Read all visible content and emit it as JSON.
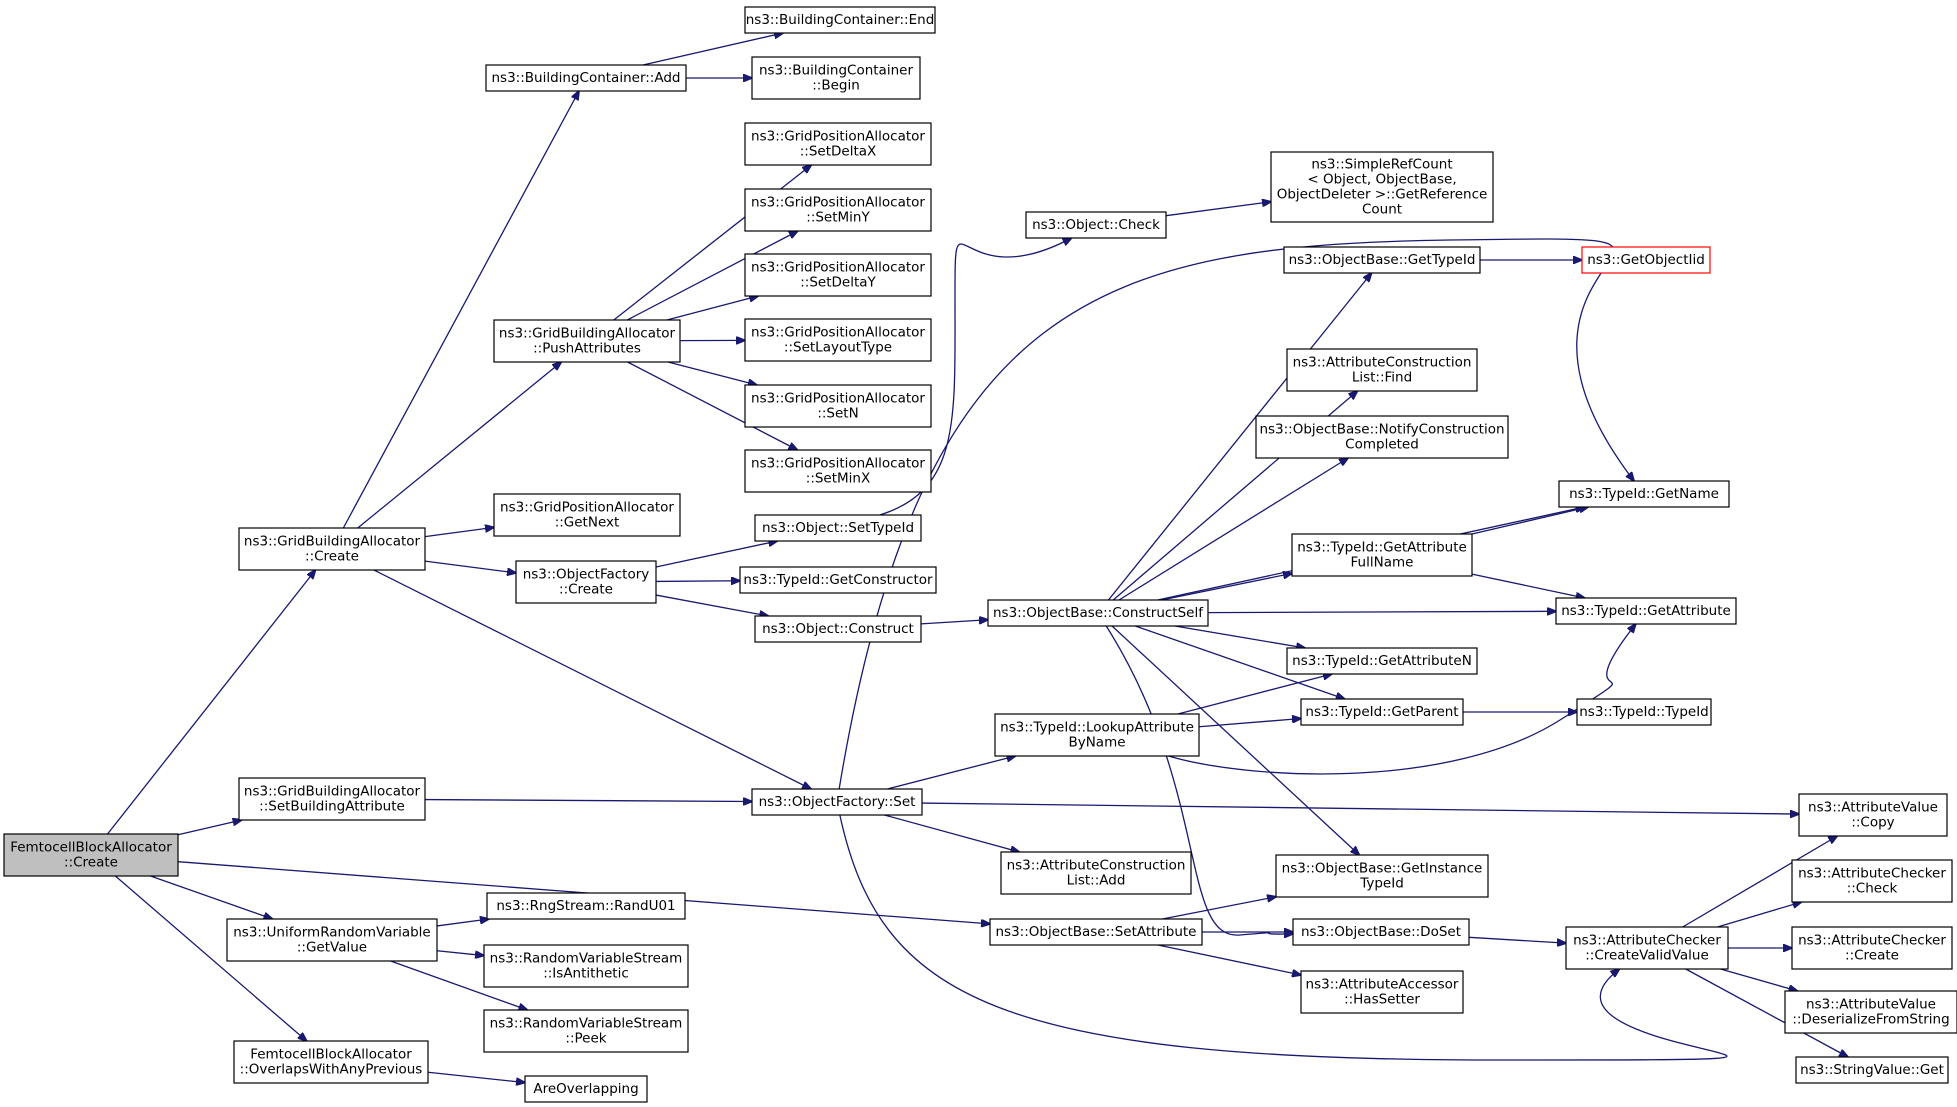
{
  "nodes": [
    {
      "id": "femto_create",
      "lines": [
        "FemtocellBlockAllocator",
        "::Create"
      ],
      "style": "root"
    },
    {
      "id": "gba_create",
      "lines": [
        "ns3::GridBuildingAllocator",
        "::Create"
      ]
    },
    {
      "id": "gba_setbuildingattr",
      "lines": [
        "ns3::GridBuildingAllocator",
        "::SetBuildingAttribute"
      ]
    },
    {
      "id": "urv_getvalue",
      "lines": [
        "ns3::UniformRandomVariable",
        "::GetValue"
      ]
    },
    {
      "id": "femto_overlaps",
      "lines": [
        "FemtocellBlockAllocator",
        "::OverlapsWithAnyPrevious"
      ]
    },
    {
      "id": "bc_add",
      "lines": [
        "ns3::BuildingContainer::Add"
      ]
    },
    {
      "id": "bc_end",
      "lines": [
        "ns3::BuildingContainer::End"
      ]
    },
    {
      "id": "bc_begin",
      "lines": [
        "ns3::BuildingContainer",
        "::Begin"
      ]
    },
    {
      "id": "gba_pushattrs",
      "lines": [
        "ns3::GridBuildingAllocator",
        "::PushAttributes"
      ]
    },
    {
      "id": "gpa_setdeltax",
      "lines": [
        "ns3::GridPositionAllocator",
        "::SetDeltaX"
      ]
    },
    {
      "id": "gpa_setminy",
      "lines": [
        "ns3::GridPositionAllocator",
        "::SetMinY"
      ]
    },
    {
      "id": "gpa_setdeltay",
      "lines": [
        "ns3::GridPositionAllocator",
        "::SetDeltaY"
      ]
    },
    {
      "id": "gpa_setlayouttype",
      "lines": [
        "ns3::GridPositionAllocator",
        "::SetLayoutType"
      ]
    },
    {
      "id": "gpa_setn",
      "lines": [
        "ns3::GridPositionAllocator",
        "::SetN"
      ]
    },
    {
      "id": "gpa_setminx",
      "lines": [
        "ns3::GridPositionAllocator",
        "::SetMinX"
      ]
    },
    {
      "id": "gpa_getnext",
      "lines": [
        "ns3::GridPositionAllocator",
        "::GetNext"
      ]
    },
    {
      "id": "of_create",
      "lines": [
        "ns3::ObjectFactory",
        "::Create"
      ]
    },
    {
      "id": "obj_settypeid",
      "lines": [
        "ns3::Object::SetTypeId"
      ]
    },
    {
      "id": "tid_getconstructor",
      "lines": [
        "ns3::TypeId::GetConstructor"
      ]
    },
    {
      "id": "obj_construct",
      "lines": [
        "ns3::Object::Construct"
      ]
    },
    {
      "id": "obj_check",
      "lines": [
        "ns3::Object::Check"
      ]
    },
    {
      "id": "simplerefcount",
      "lines": [
        "ns3::SimpleRefCount",
        "< Object, ObjectBase,",
        "ObjectDeleter >::GetReference",
        "Count"
      ]
    },
    {
      "id": "ob_constructself",
      "lines": [
        "ns3::ObjectBase::ConstructSelf"
      ]
    },
    {
      "id": "ob_gettypeid",
      "lines": [
        "ns3::ObjectBase::GetTypeId"
      ]
    },
    {
      "id": "getobjectiid",
      "lines": [
        "ns3::GetObjectIid"
      ],
      "style": "truncated"
    },
    {
      "id": "acl_find",
      "lines": [
        "ns3::AttributeConstruction",
        "List::Find"
      ]
    },
    {
      "id": "ob_notify",
      "lines": [
        "ns3::ObjectBase::NotifyConstruction",
        "Completed"
      ]
    },
    {
      "id": "tid_getname",
      "lines": [
        "ns3::TypeId::GetName"
      ]
    },
    {
      "id": "tid_getattrfullname",
      "lines": [
        "ns3::TypeId::GetAttribute",
        "FullName"
      ]
    },
    {
      "id": "tid_getattribute",
      "lines": [
        "ns3::TypeId::GetAttribute"
      ]
    },
    {
      "id": "tid_getattributen",
      "lines": [
        "ns3::TypeId::GetAttributeN"
      ]
    },
    {
      "id": "tid_getparent",
      "lines": [
        "ns3::TypeId::GetParent"
      ]
    },
    {
      "id": "tid_typeid",
      "lines": [
        "ns3::TypeId::TypeId"
      ]
    },
    {
      "id": "tid_lookupattr",
      "lines": [
        "ns3::TypeId::LookupAttribute",
        "ByName"
      ]
    },
    {
      "id": "of_set",
      "lines": [
        "ns3::ObjectFactory::Set"
      ]
    },
    {
      "id": "av_copy",
      "lines": [
        "ns3::AttributeValue",
        "::Copy"
      ]
    },
    {
      "id": "acl_add",
      "lines": [
        "ns3::AttributeConstruction",
        "List::Add"
      ]
    },
    {
      "id": "ob_getinstancetypeid",
      "lines": [
        "ns3::ObjectBase::GetInstance",
        "TypeId"
      ]
    },
    {
      "id": "ac_check",
      "lines": [
        "ns3::AttributeChecker",
        "::Check"
      ]
    },
    {
      "id": "rng_randu01",
      "lines": [
        "ns3::RngStream::RandU01"
      ]
    },
    {
      "id": "ob_setattribute",
      "lines": [
        "ns3::ObjectBase::SetAttribute"
      ]
    },
    {
      "id": "ob_doset",
      "lines": [
        "ns3::ObjectBase::DoSet"
      ]
    },
    {
      "id": "ac_createvalidvalue",
      "lines": [
        "ns3::AttributeChecker",
        "::CreateValidValue"
      ]
    },
    {
      "id": "ac_create",
      "lines": [
        "ns3::AttributeChecker",
        "::Create"
      ]
    },
    {
      "id": "rvs_isantithetic",
      "lines": [
        "ns3::RandomVariableStream",
        "::IsAntithetic"
      ]
    },
    {
      "id": "aa_hassetter",
      "lines": [
        "ns3::AttributeAccessor",
        "::HasSetter"
      ]
    },
    {
      "id": "av_deserialize",
      "lines": [
        "ns3::AttributeValue",
        "::DeserializeFromString"
      ]
    },
    {
      "id": "rvs_peek",
      "lines": [
        "ns3::RandomVariableStream",
        "::Peek"
      ]
    },
    {
      "id": "sv_get",
      "lines": [
        "ns3::StringValue::Get"
      ]
    },
    {
      "id": "areoverlapping",
      "lines": [
        "AreOverlapping"
      ]
    }
  ],
  "edges": [
    [
      "femto_create",
      "gba_create"
    ],
    [
      "femto_create",
      "gba_setbuildingattr"
    ],
    [
      "femto_create",
      "ob_setattribute"
    ],
    [
      "femto_create",
      "urv_getvalue"
    ],
    [
      "femto_create",
      "femto_overlaps"
    ],
    [
      "gba_create",
      "bc_add"
    ],
    [
      "gba_create",
      "gba_pushattrs"
    ],
    [
      "gba_create",
      "gpa_getnext"
    ],
    [
      "gba_create",
      "of_create"
    ],
    [
      "gba_create",
      "of_set"
    ],
    [
      "bc_add",
      "bc_end"
    ],
    [
      "bc_add",
      "bc_begin"
    ],
    [
      "gba_pushattrs",
      "gpa_setdeltax"
    ],
    [
      "gba_pushattrs",
      "gpa_setminy"
    ],
    [
      "gba_pushattrs",
      "gpa_setdeltay"
    ],
    [
      "gba_pushattrs",
      "gpa_setlayouttype"
    ],
    [
      "gba_pushattrs",
      "gpa_setn"
    ],
    [
      "gba_pushattrs",
      "gpa_setminx"
    ],
    [
      "of_create",
      "obj_settypeid"
    ],
    [
      "of_create",
      "tid_getconstructor"
    ],
    [
      "of_create",
      "obj_construct"
    ],
    [
      "obj_settypeid",
      "obj_check"
    ],
    [
      "obj_check",
      "simplerefcount"
    ],
    [
      "obj_construct",
      "ob_constructself"
    ],
    [
      "ob_constructself",
      "ob_gettypeid"
    ],
    [
      "ob_gettypeid",
      "getobjectiid"
    ],
    [
      "ob_constructself",
      "acl_find"
    ],
    [
      "ob_constructself",
      "ob_notify"
    ],
    [
      "ob_constructself",
      "tid_getname"
    ],
    [
      "ob_constructself",
      "tid_getattrfullname"
    ],
    [
      "ob_constructself",
      "tid_getattribute"
    ],
    [
      "ob_constructself",
      "tid_getattributen"
    ],
    [
      "ob_constructself",
      "tid_getparent"
    ],
    [
      "ob_constructself",
      "ob_getinstancetypeid"
    ],
    [
      "ob_constructself",
      "ob_doset"
    ],
    [
      "tid_getattrfullname",
      "tid_getname"
    ],
    [
      "tid_getattrfullname",
      "tid_getattribute"
    ],
    [
      "tid_getparent",
      "tid_typeid"
    ],
    [
      "gba_setbuildingattr",
      "of_set"
    ],
    [
      "of_set",
      "tid_getname"
    ],
    [
      "of_set",
      "tid_lookupattr"
    ],
    [
      "of_set",
      "av_copy"
    ],
    [
      "of_set",
      "acl_add"
    ],
    [
      "of_set",
      "ac_createvalidvalue"
    ],
    [
      "tid_lookupattr",
      "tid_getattributen"
    ],
    [
      "tid_lookupattr",
      "tid_getparent"
    ],
    [
      "tid_lookupattr",
      "tid_getattribute"
    ],
    [
      "urv_getvalue",
      "rng_randu01"
    ],
    [
      "urv_getvalue",
      "rvs_isantithetic"
    ],
    [
      "urv_getvalue",
      "rvs_peek"
    ],
    [
      "ob_setattribute",
      "ob_getinstancetypeid"
    ],
    [
      "ob_setattribute",
      "ob_doset"
    ],
    [
      "ob_setattribute",
      "aa_hassetter"
    ],
    [
      "ob_doset",
      "ac_createvalidvalue"
    ],
    [
      "ac_createvalidvalue",
      "av_copy"
    ],
    [
      "ac_createvalidvalue",
      "ac_check"
    ],
    [
      "ac_createvalidvalue",
      "ac_create"
    ],
    [
      "ac_createvalidvalue",
      "av_deserialize"
    ],
    [
      "ac_createvalidvalue",
      "sv_get"
    ],
    [
      "femto_overlaps",
      "areoverlapping"
    ]
  ]
}
